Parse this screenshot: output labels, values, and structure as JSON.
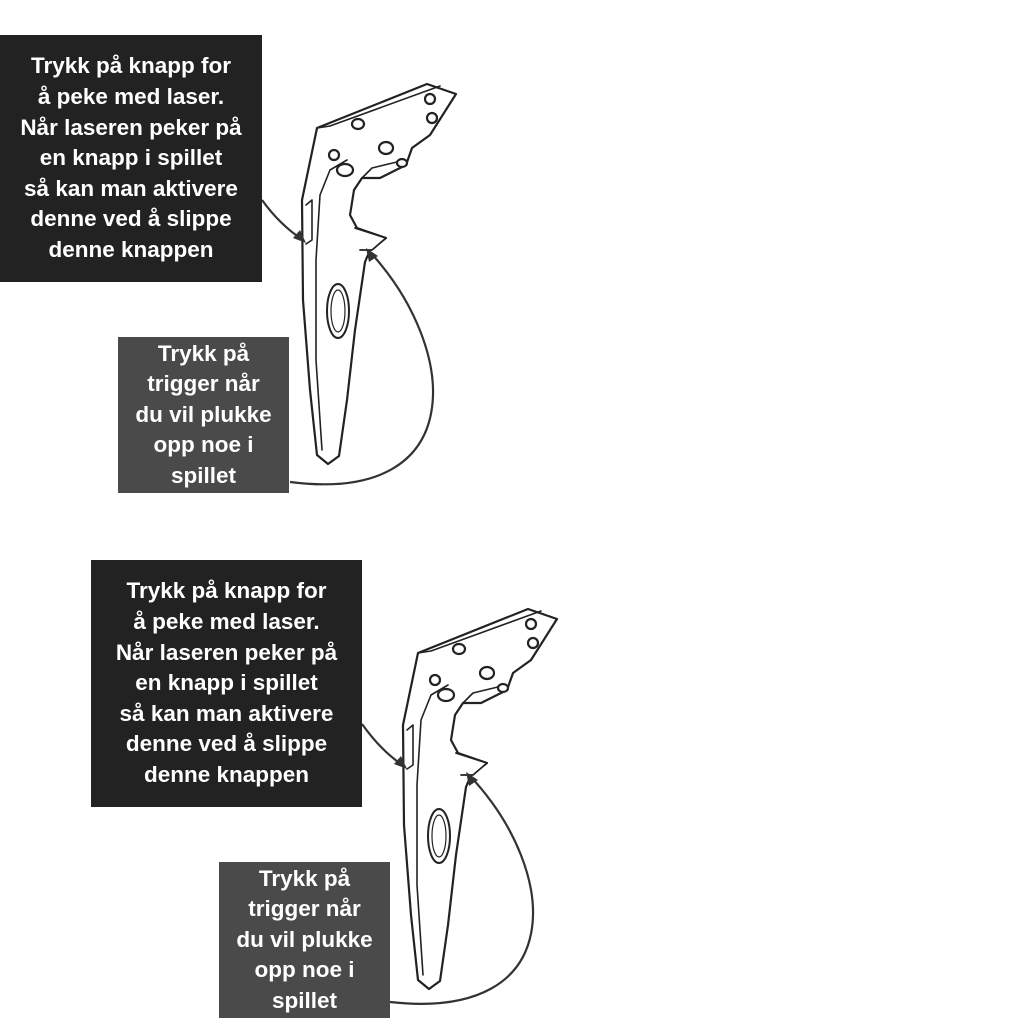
{
  "panels": [
    {
      "button_callout": [
        "Trykk på knapp for",
        "å peke med laser.",
        "Når laseren peker på",
        "en knapp i spillet",
        "så kan man aktivere",
        "denne ved å slippe",
        "denne knappen"
      ],
      "trigger_callout": [
        "Trykk på",
        "trigger når",
        "du vil plukke",
        "opp noe i",
        "spillet"
      ]
    },
    {
      "button_callout": [
        "Trykk på knapp for",
        "å peke med laser.",
        "Når laseren peker på",
        "en knapp i spillet",
        "så kan man aktivere",
        "denne ved å slippe",
        "denne knappen"
      ],
      "trigger_callout": [
        "Trykk på",
        "trigger når",
        "du vil plukke",
        "opp noe i",
        "spillet"
      ]
    }
  ],
  "colors": {
    "button_box": "#222222",
    "trigger_box": "#4a4a4a",
    "text": "#ffffff",
    "outline": "#222222"
  },
  "illustration": "vr-controller-icon"
}
